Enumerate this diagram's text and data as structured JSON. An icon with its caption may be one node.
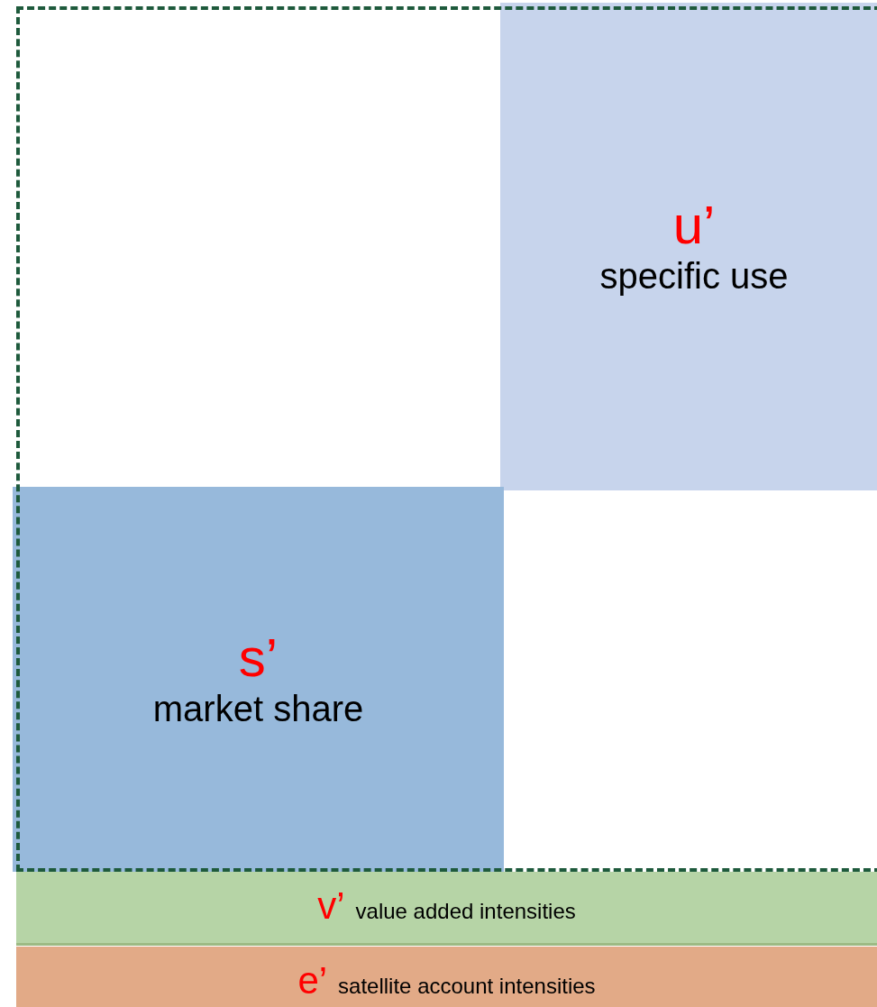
{
  "diagram": {
    "nodes": [
      {
        "text": [],
        "shape": "box"
      },
      {
        "text": [
          "u’",
          "specific use"
        ],
        "in": 0
      },
      {
        "text": [
          "s’",
          "market share"
        ],
        "in": 0
      },
      {
        "text": [
          "v’",
          "value added intensities"
        ]
      },
      {
        "text": [
          "e’",
          "satellite account intensities"
        ]
      }
    ]
  }
}
